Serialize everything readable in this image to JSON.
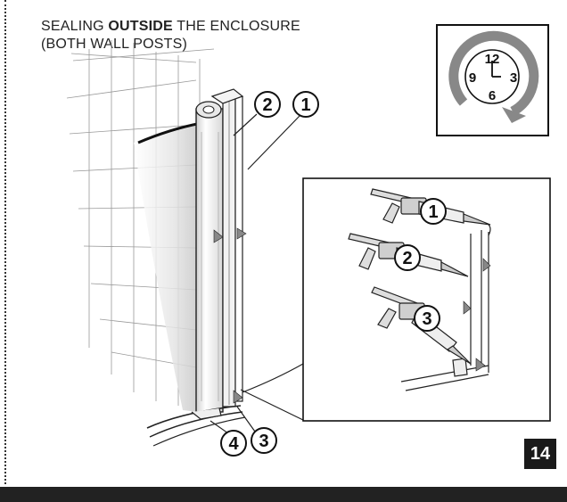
{
  "heading": {
    "line1_prefix": "SEALING ",
    "line1_bold": "OUTSIDE",
    "line1_suffix": " THE ENCLOSURE",
    "line2": "(BOTH WALL POSTS)"
  },
  "clock": {
    "n12": "12",
    "n3": "3",
    "n6": "6",
    "n9": "9"
  },
  "callouts": {
    "c1": "1",
    "c2": "2",
    "c3": "3",
    "c4": "4",
    "inset_1": "1",
    "inset_2": "2",
    "inset_3": "3"
  },
  "step_number": "14"
}
